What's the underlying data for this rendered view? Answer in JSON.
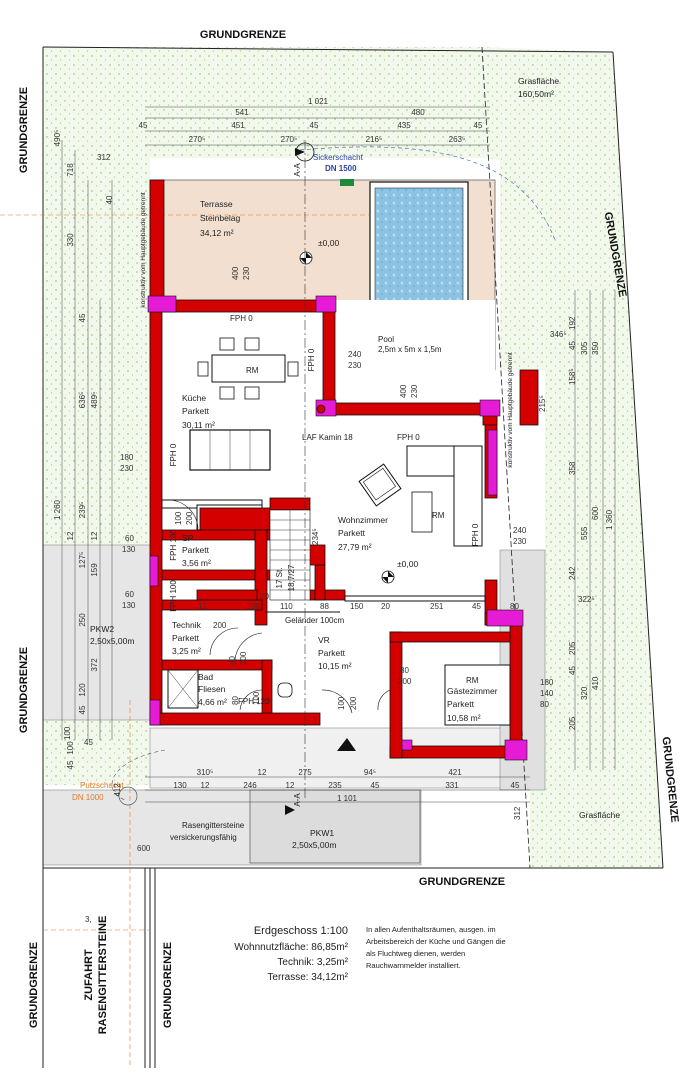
{
  "boundary": {
    "top": "GRUNDGRENZE",
    "bottom": "GRUNDGRENZE",
    "left_upper": "GRUNDGRENZE",
    "left_mid": "GRUNDGRENZE",
    "left_lower": "GRUNDGRENZE",
    "right_upper": "GRUNDGRENZE",
    "right_lower": "GRUNDGRENZE",
    "bottom_mid": "GRUNDGRENZE"
  },
  "lawn": {
    "top_right_label": "Grasfläche",
    "top_right_area": "160,50m²",
    "bottom_right_label": "Grasfläche"
  },
  "access": {
    "line1": "ZUFAHRT",
    "line2": "RASENGITTERSTEINE",
    "width": "3,"
  },
  "rooms": {
    "terrace": {
      "name": "Terrasse",
      "material": "Steinbelag",
      "area": "34,12 m²"
    },
    "pool": {
      "name": "Pool",
      "size": "2,5m x 5m x 1,5m"
    },
    "kitchen": {
      "name": "Küche",
      "material": "Parkett",
      "area": "30,11 m²"
    },
    "living": {
      "name": "Wohnzimmer",
      "material": "Parkett",
      "area": "27,79 m²"
    },
    "sp": {
      "name": "SP",
      "material": "Parkett",
      "area": "3,56 m²"
    },
    "technik": {
      "name": "Technik",
      "material": "Parkett",
      "area": "3,25 m²"
    },
    "bad": {
      "name": "Bad",
      "material": "Fliesen",
      "area": "4,66 m²"
    },
    "vr": {
      "name": "VR",
      "material": "Parkett",
      "area": "10,15 m²"
    },
    "guest": {
      "name": "Gästezimmer",
      "material": "Parkett",
      "area": "10,58 m²"
    }
  },
  "parking": {
    "pkw1": {
      "name": "PKW1",
      "size": "2,50x5,00m"
    },
    "pkw2": {
      "name": "PKW2",
      "size": "2,50x5,00m"
    },
    "grass_pavers": "Rasengittersteine",
    "grass_pavers_note": "versickerungsfähig"
  },
  "shafts": {
    "seepage": {
      "name": "Sickerschacht",
      "size": "DN 1500"
    },
    "cleanout": {
      "name": "Putzschacht",
      "size": "DN 1000"
    }
  },
  "labels": {
    "level": "±0,00",
    "rm": "RM",
    "fph0": "FPH 0",
    "fph100": "FPH 100",
    "fph120": "FPH 120",
    "laf": "LAF Kamin 18",
    "railing": "Geländer 100cm",
    "stairs": "17 St.",
    "stairs_ratio": "18,7/27",
    "section": "A-A",
    "separated": "konstruktiv vom Hauptgebäude getrennt",
    "separated_right": "konstruktiv vom Hauptgebäude getrennt"
  },
  "title": {
    "heading": "Erdgeschoss 1:100",
    "living_area": "Wohnnutzfläche: 86,85m²",
    "technik": "Technik: 3,25m²",
    "terrace": "Terrasse: 34,12m²"
  },
  "note": {
    "line1": "In allen Aufenthaltsräumen, ausgen. im",
    "line2": "Arbeitsbereich der Küche und Gängen die",
    "line3": "als Fluchtweg dienen, werden",
    "line4": "Rauchwarnmelder installiert."
  },
  "dims": {
    "top_total": "1 021",
    "top_a": "541",
    "top_b": "480",
    "row2": [
      "45",
      "451",
      "45",
      "435",
      "45"
    ],
    "row3": [
      "270⁵",
      "270⁵",
      "216⁵",
      "263⁵"
    ],
    "bottom_total": "1 101",
    "bottom_a": [
      "310⁵",
      "12",
      "275",
      "94⁵",
      "421"
    ],
    "bottom_b": [
      "130",
      "12",
      "246",
      "12",
      "235",
      "45",
      "331",
      "45"
    ],
    "left_outer": [
      "490⁵",
      "718",
      "1 260",
      "412"
    ],
    "left_mid": [
      "330",
      "636⁵",
      "239⁵",
      "250",
      "372"
    ],
    "left_inner": [
      "45",
      "489⁵",
      "127⁵",
      "159",
      "120",
      "45"
    ],
    "left_small": [
      "40",
      "12",
      "12",
      "100",
      "45"
    ],
    "misc": [
      "312",
      "180",
      "230",
      "60",
      "130",
      "60",
      "130",
      "12",
      "138",
      "110",
      "88",
      "150",
      "20",
      "251",
      "45",
      "80",
      "100",
      "200",
      "80",
      "200",
      "80",
      "200",
      "100",
      "240",
      "230",
      "400",
      "230",
      "400",
      "230",
      "240",
      "230",
      "346⁵",
      "192",
      "45",
      "350",
      "305",
      "158⁵",
      "215⁵",
      "358",
      "555",
      "600",
      "1 360",
      "242",
      "322⁵",
      "205",
      "45",
      "410",
      "320",
      "205",
      "180",
      "140",
      "80",
      "312",
      "45",
      "600",
      "100",
      "234⁵",
      "200",
      "100",
      "20",
      "80",
      "200"
    ]
  }
}
